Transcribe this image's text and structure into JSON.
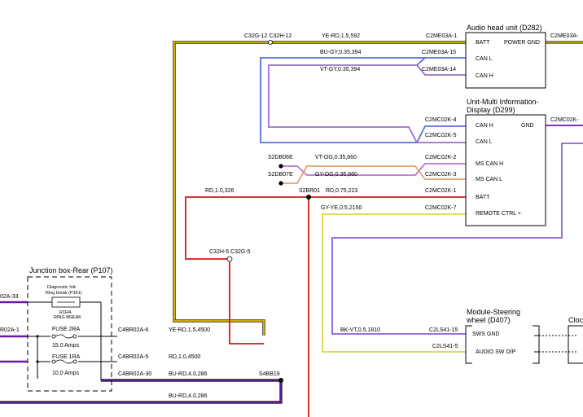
{
  "components": {
    "audio_head": {
      "title": "Audio head unit (D282)",
      "pins": [
        "BATT",
        "CAN L",
        "CAN H"
      ],
      "power_gnd": "POWER GND",
      "connector": "C2ME03A-"
    },
    "multi_info": {
      "title_line1": "Unit-Multi Information-",
      "title_line2": "Display (D299)",
      "pins": [
        "CAN H",
        "CAN L",
        "MS CAN H",
        "MS CAN L",
        "BATT",
        "REMOTE CTRL +"
      ],
      "gnd": "GND",
      "connector": "C2MC02K-"
    },
    "steering": {
      "title_line1": "Module-Steering",
      "title_line2": "wheel (D407)",
      "pins": [
        "SWS GND",
        "AUDIO SW O/P"
      ]
    },
    "junction": {
      "title": "Junction box-Rear (P107)",
      "diag_line1": "Diagnostic Init-",
      "diag_line2": "Ring break (P161)",
      "rbra_line1": "R1RA",
      "rbra_line2": "RING BREAK",
      "fuse1_name": "FUSE 2RA",
      "fuse1_rating": "15.0 Amps",
      "fuse2_name": "FUSE 1RA",
      "fuse2_rating": "10.0 Amps"
    },
    "clock_partial": "Cloc"
  },
  "wires": [
    {
      "from": "C32G-12 C32H-12",
      "spec": "YE-RD,1.5,592",
      "to": "C2ME03A-1",
      "color": "#e8c000"
    },
    {
      "spec": "BU-GY,0.35,394",
      "to": "C2ME03A-15",
      "color": "#5a6fd8"
    },
    {
      "spec": "VT-GY,0.35,394",
      "to": "C2ME03A-14",
      "color": "#9a70c8"
    },
    {
      "to": "C2MC02K-4",
      "color": "#5a6fd8"
    },
    {
      "to": "C2MC02K-5",
      "color": "#9a70c8"
    },
    {
      "from": "S2DB06E",
      "spec": "VT-OG,0.35,660",
      "to": "C2MC02K-2",
      "color": "#c070d0"
    },
    {
      "from": "S2DB07E",
      "spec": "GY-OG,0.35,660",
      "to": "C2MC02K-3",
      "color": "#e0a070"
    },
    {
      "from": "RD,1.0,326",
      "splice": "S2BR01",
      "spec": "RD,0.75,223",
      "to": "C2MC02K-1",
      "color": "#d81818"
    },
    {
      "spec": "GY-YE,0.5,2150",
      "to": "C2MC02K-7",
      "color": "#d8d84a"
    },
    {
      "spec": "BK-VT,0.5,1810",
      "to": "C2LS41-15",
      "color": "#9a70c8"
    },
    {
      "to": "C2LS41-5",
      "color": "#d8d84a"
    },
    {
      "from": "C4BR02A-6",
      "spec": "YE-RD,1.5,4500",
      "color": "#e8c000"
    },
    {
      "from": "C4BR02A-5",
      "spec": "RD,1.0,4500",
      "color": "#d81818"
    },
    {
      "from": "C4BR02A-30",
      "spec": "BU-RD,4.0,286",
      "splice": "S4BB19",
      "color": "#6a18a8"
    },
    {
      "spec": "BU-RD,4.0,286",
      "color": "#6a18a8"
    }
  ],
  "connectors": {
    "audio_gnd": "C2ME03A-",
    "mid_gnd": "C2MC02K-",
    "c32h": "C32H-5 C32G-5",
    "left_top": "02A-33",
    "left_mid": "R02A-1"
  }
}
